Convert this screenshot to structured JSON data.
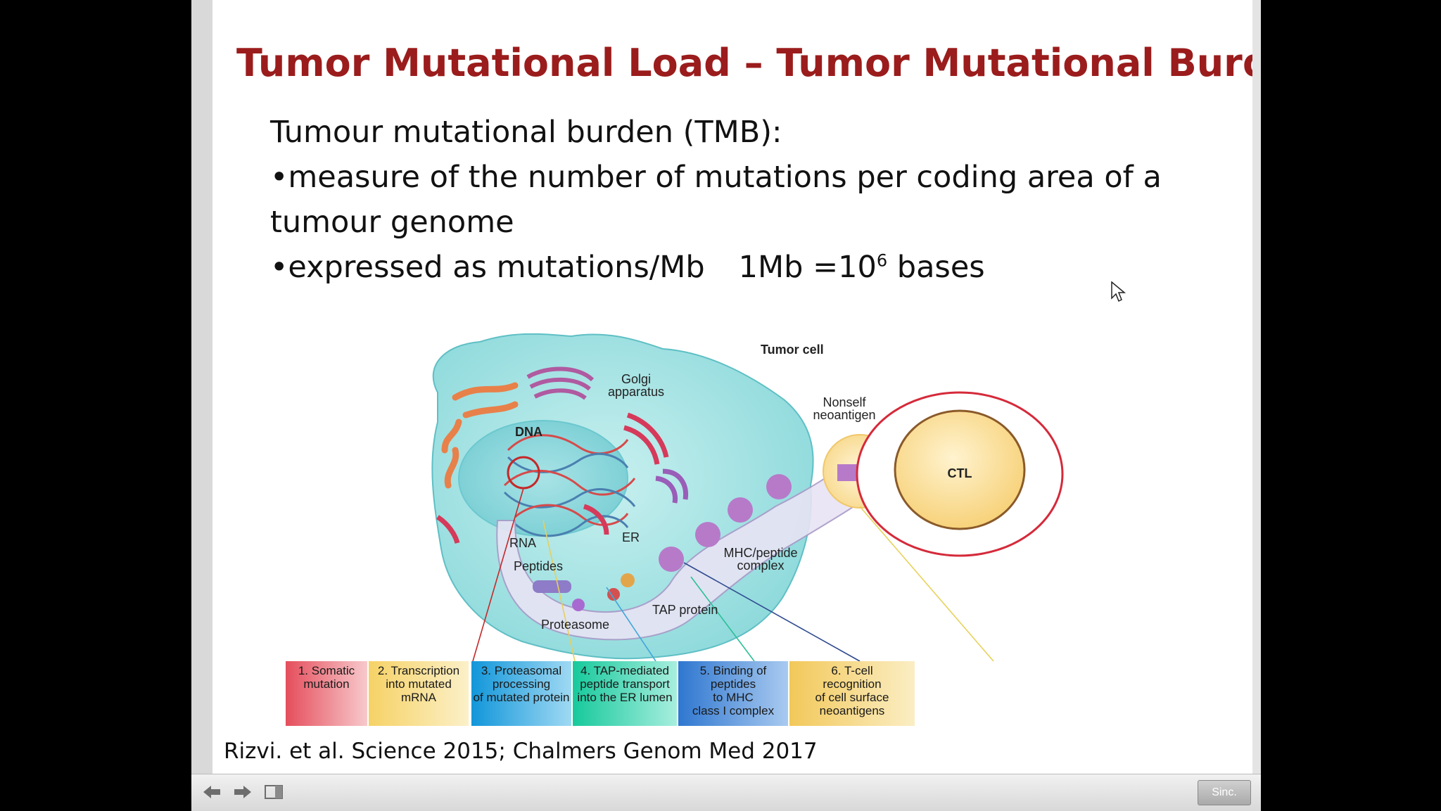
{
  "slide": {
    "title": "Tumor Mutational Load – Tumor Mutational Burden",
    "line1": "Tumour mutational burden (TMB):",
    "line2": "•measure of the number of mutations per coding area of a",
    "line3": "tumour genome",
    "line4_a": "•expressed as mutations/Mb",
    "line4_b": "1Mb =10",
    "line4_sup": "6",
    "line4_c": " bases",
    "citation": "Rizvi. et al. Science 2015; Chalmers Genom Med 2017"
  },
  "figure": {
    "tumor_cell": "Tumor cell",
    "golgi_1": "Golgi",
    "golgi_2": "apparatus",
    "dna": "DNA",
    "rna": "RNA",
    "peptides": "Peptides",
    "er": "ER",
    "proteasome": "Proteasome",
    "tap": "TAP protein",
    "mhc_1": "MHC/peptide",
    "mhc_2": "complex",
    "nonself_1": "Nonself",
    "nonself_2": "neoantigen",
    "ctl": "CTL",
    "steps": [
      {
        "lines": [
          "1. Somatic",
          "mutation"
        ],
        "color": "#e9606a"
      },
      {
        "lines": [
          "2. Transcription",
          "into mutated",
          "mRNA"
        ],
        "color": "#f6d77a"
      },
      {
        "lines": [
          "3. Proteasomal",
          "processing",
          "of mutated protein"
        ],
        "color": "#1fa4e0"
      },
      {
        "lines": [
          "4. TAP-mediated",
          "peptide transport",
          "into the ER lumen"
        ],
        "color": "#28d3a4"
      },
      {
        "lines": [
          "5. Binding of",
          "peptides",
          "to MHC",
          "class I complex"
        ],
        "color": "#3f86d8"
      },
      {
        "lines": [
          "6. T-cell",
          "recognition",
          "of cell surface",
          "neoantigens"
        ],
        "color": "#f4cf6e"
      }
    ]
  },
  "controls": {
    "prev_icon": "arrow-left-icon",
    "next_icon": "arrow-right-icon",
    "panel_icon": "panel-toggle-icon",
    "sync_label": "Sinc."
  }
}
